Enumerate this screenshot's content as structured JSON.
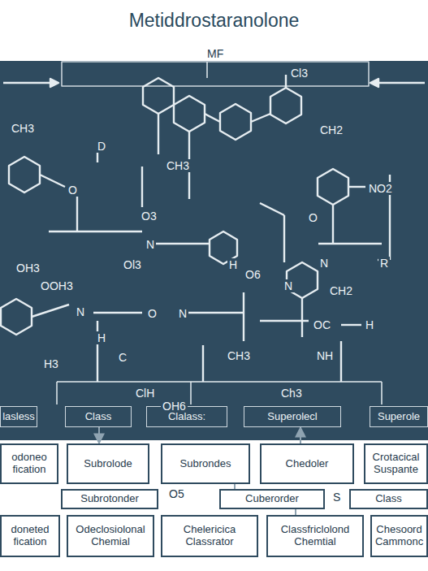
{
  "diagram": {
    "title": "Metiddrostaranolone",
    "nodes": [
      {
        "text": [
          "lasless"
        ]
      },
      {
        "text": [
          "Class"
        ]
      },
      {
        "text": [
          "Clalass:"
        ]
      },
      {
        "text": [
          "Superolecl"
        ]
      },
      {
        "text": [
          "Superole"
        ]
      },
      {
        "text": [
          "odoneo fication"
        ]
      },
      {
        "text": [
          "Subrolode"
        ]
      },
      {
        "text": [
          "Subrondes"
        ]
      },
      {
        "text": [
          "Chedoler"
        ]
      },
      {
        "text": [
          "Crotacical Suspante"
        ]
      },
      {
        "text": [
          "Subrotonder"
        ]
      },
      {
        "text": [
          "Cuberorder"
        ]
      },
      {
        "text": [
          "Class"
        ]
      },
      {
        "text": [
          "doneted fication"
        ]
      },
      {
        "text": [
          "Odeclosiolonal Chemial"
        ]
      },
      {
        "text": [
          "Chelericica Classrator"
        ]
      },
      {
        "text": [
          "Classfriclolond Chemtial"
        ]
      },
      {
        "text": [
          "Chesoord Cammonc"
        ]
      }
    ],
    "edges": [
      {
        "from": 1,
        "to": 6,
        "arrow": "to"
      },
      {
        "from": 8,
        "to": 3,
        "arrow": "to"
      },
      {
        "from": 7,
        "to": 11,
        "arrow": "none"
      },
      {
        "from": 11,
        "to": 16,
        "arrow": "none"
      }
    ],
    "labels": [
      "MF",
      "Cl3",
      "CH3",
      "D",
      "CH2",
      "CH3",
      "O",
      "NO2",
      "O3",
      "N",
      "O",
      "H",
      "N",
      "Ol3",
      "O6",
      "N",
      "CH2",
      "OH3",
      "OOH3",
      "N",
      "H",
      "O",
      "N",
      "R",
      "H3",
      "C",
      "CH3",
      "OC",
      "H",
      "NH",
      "ClH",
      "OH6",
      "Ch3",
      "O5",
      "S"
    ]
  }
}
